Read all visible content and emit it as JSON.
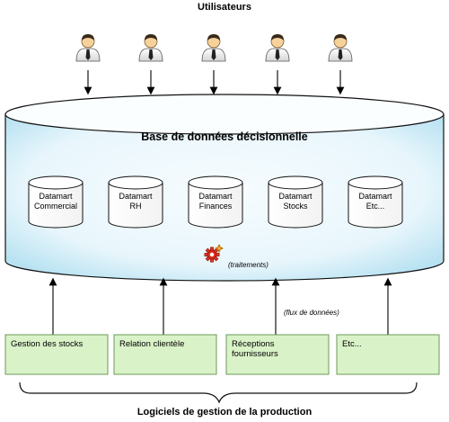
{
  "top_label": "Utilisateurs",
  "database": {
    "title": "Base de données décisionnelle",
    "datamarts": [
      {
        "line1": "Datamart",
        "line2": "Commercial"
      },
      {
        "line1": "Datamart",
        "line2": "RH"
      },
      {
        "line1": "Datamart",
        "line2": "Finances"
      },
      {
        "line1": "Datamart",
        "line2": "Stocks"
      },
      {
        "line1": "Datamart",
        "line2": "Etc..."
      }
    ],
    "processing_label": "(traitements)",
    "gear_icon": "gear-icon"
  },
  "users": [
    {
      "icon": "user-icon"
    },
    {
      "icon": "user-icon"
    },
    {
      "icon": "user-icon"
    },
    {
      "icon": "user-icon"
    },
    {
      "icon": "user-icon"
    }
  ],
  "flow_label": "(flux de données)",
  "sources": [
    {
      "line1": "Gestion des stocks",
      "line2": ""
    },
    {
      "line1": "Relation clientèle",
      "line2": ""
    },
    {
      "line1": "Réceptions",
      "line2": "fournisseurs"
    },
    {
      "line1": "Etc...",
      "line2": ""
    }
  ],
  "bottom_label": "Logiciels de gestion de la production",
  "colors": {
    "db_fill_top": "#f4fbff",
    "db_fill_edge": "#bfe6f4",
    "source_fill": "#d9f2c8",
    "source_border": "#6d9a5a",
    "gear": "#e0301e"
  }
}
